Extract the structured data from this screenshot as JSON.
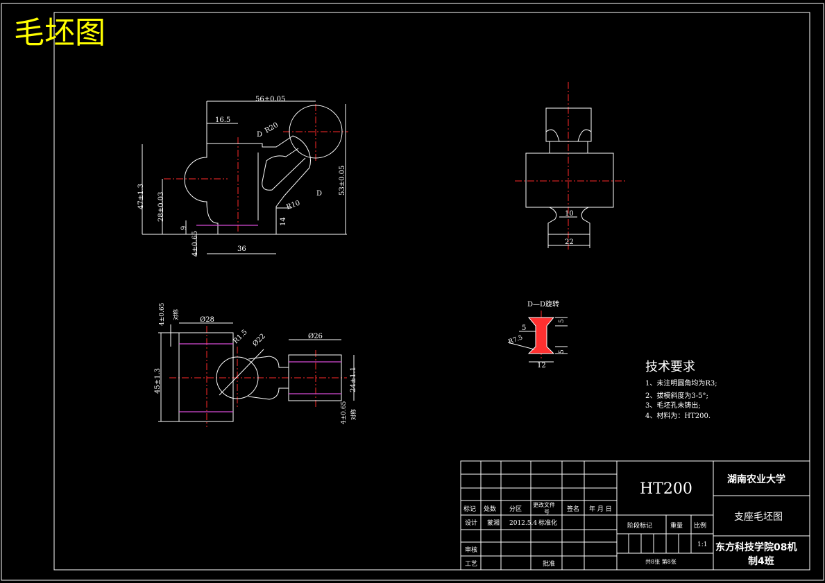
{
  "drawing_title": "毛坯图",
  "front_view": {
    "dims": [
      "56±0.05",
      "16.5",
      "R20",
      "D",
      "47±1.3",
      "28±0.03",
      "53±0.05",
      "R10",
      "D",
      "9",
      "14",
      "4±0.65",
      "36"
    ]
  },
  "side_view": {
    "dims": [
      "10",
      "22"
    ]
  },
  "top_view": {
    "dims": [
      "4±0.65",
      "对称",
      "Ø28",
      "R1.5",
      "Ø22",
      "Ø26",
      "45±1.3",
      "24±1.1",
      "4±0.65",
      "对称"
    ]
  },
  "section": {
    "title": "D—D旋转",
    "dims": [
      "5",
      "5",
      "5",
      "R7.5",
      "12"
    ]
  },
  "tech_requirements": {
    "heading": "技术要求",
    "items": [
      "1、未注明圆角均为R3;",
      "2、拔模斜度为3-5°;",
      "3、毛坯孔未铸出;",
      "4、材料为：HT200."
    ]
  },
  "title_block": {
    "material": "HT200",
    "school": "湖南农业大学",
    "part_name": "支座毛坯图",
    "class_name_1": "东方科技学院08机",
    "class_name_2": "制4班",
    "col_biaoji": "标记",
    "col_chushu": "处数",
    "col_fenqu": "分区",
    "col_gengwen": "更改文件",
    "col_gengwen2": "号",
    "col_qianming": "签名",
    "col_date": "年 月 日",
    "row_sheji": "设计",
    "designer": "蒙湘",
    "design_date": "2012.5.4",
    "biaozhunhua": "标准化",
    "jieduan": "阶段标记",
    "zhongliang": "重量",
    "bili": "比例",
    "scale": "1:1",
    "shenhe": "审核",
    "gongyi": "工艺",
    "pizhun": "批准",
    "sheets": "共8张 第8张"
  }
}
